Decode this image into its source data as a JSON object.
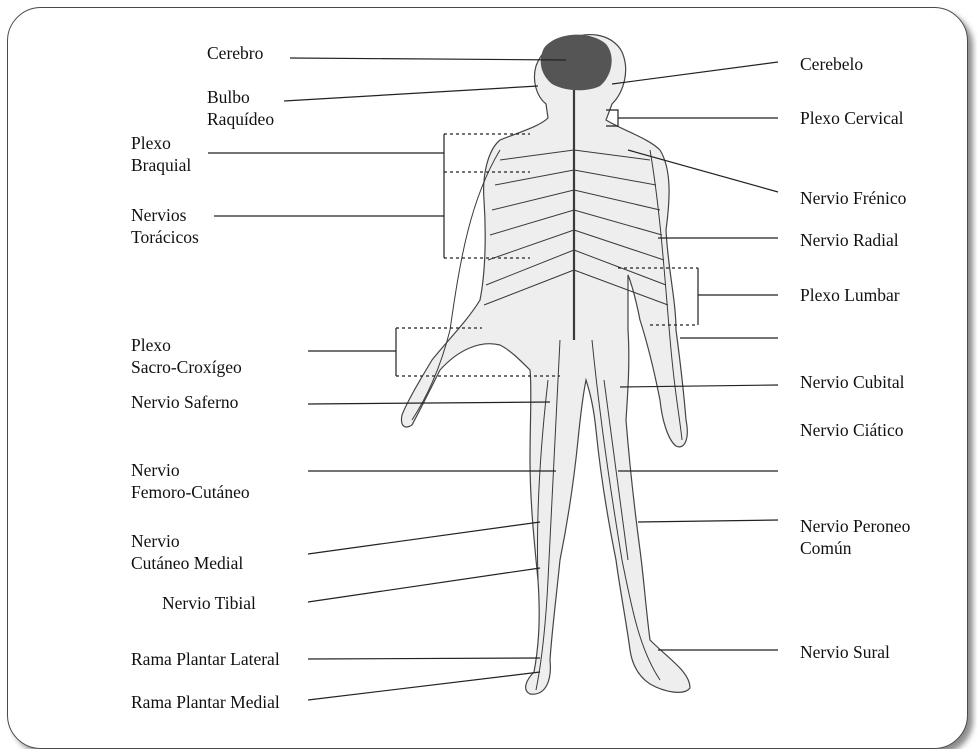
{
  "labels": {
    "cerebro": "Cerebro",
    "bulbo": "Bulbo\nRaquídeo",
    "plexo_braquial": "Plexo\nBraquial",
    "nervios_toracicos": "Nervios\nTorácicos",
    "plexo_sacro": "Plexo\nSacro-Croxígeo",
    "nervio_saferno": "Nervio Saferno",
    "nervio_femoro": "Nervio\nFemoro-Cutáneo",
    "nervio_cutaneo": "Nervio\nCutáneo Medial",
    "nervio_tibial": "Nervio Tibial",
    "rama_lateral": "Rama Plantar Lateral",
    "rama_medial": "Rama Plantar Medial",
    "cerebelo": "Cerebelo",
    "plexo_cervical": "Plexo Cervical",
    "nervio_frenico": "Nervio Frénico",
    "nervio_radial": "Nervio Radial",
    "plexo_lumbar": "Plexo Lumbar",
    "nervio_cubital": "Nervio Cubital",
    "nervio_ciatico": "Nervio Ciático",
    "nervio_peroneo": "Nervio Peroneo\nComún",
    "nervio_sural": "Nervio Sural"
  },
  "colors": {
    "line": "#222222",
    "body_fill": "#eeeeee",
    "nerve": "#3a3a3a",
    "brain": "#555555"
  }
}
